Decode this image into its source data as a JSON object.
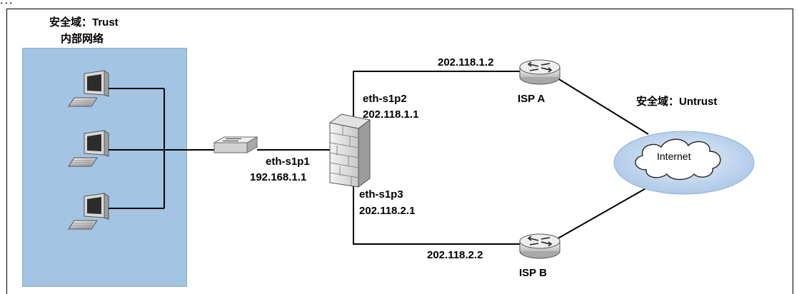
{
  "header_fragment": "...",
  "trust_zone": {
    "title": "安全域：Trust",
    "subtitle": "内部网络"
  },
  "untrust_zone": {
    "title": "安全域：Untrust"
  },
  "firewall": {
    "port1": {
      "name": "eth-s1p1",
      "ip": "192.168.1.1"
    },
    "port2": {
      "name": "eth-s1p2",
      "ip": "202.118.1.1"
    },
    "port3": {
      "name": "eth-s1p3",
      "ip": "202.118.2.1"
    }
  },
  "isp_a": {
    "label": "ISP A",
    "ip": "202.118.1.2"
  },
  "isp_b": {
    "label": "ISP B",
    "ip": "202.118.2.2"
  },
  "cloud": {
    "label": "Internet"
  },
  "colors": {
    "zone_fill": "#a3c4e3",
    "cloud_fill": "#c9dcf0",
    "line": "#000000"
  },
  "icons": [
    "computer-icon",
    "switch-icon",
    "firewall-icon",
    "router-icon",
    "cloud-icon"
  ]
}
